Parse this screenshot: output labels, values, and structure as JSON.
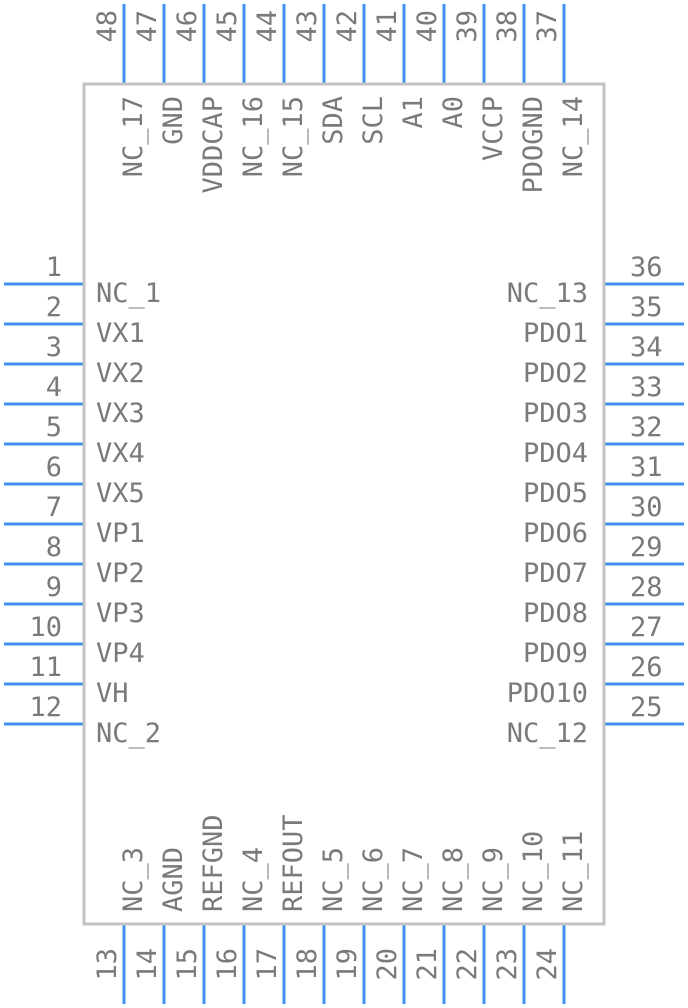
{
  "component": {
    "pins_left": [
      {
        "num": "1",
        "name": "NC_1"
      },
      {
        "num": "2",
        "name": "VX1"
      },
      {
        "num": "3",
        "name": "VX2"
      },
      {
        "num": "4",
        "name": "VX3"
      },
      {
        "num": "5",
        "name": "VX4"
      },
      {
        "num": "6",
        "name": "VX5"
      },
      {
        "num": "7",
        "name": "VP1"
      },
      {
        "num": "8",
        "name": "VP2"
      },
      {
        "num": "9",
        "name": "VP3"
      },
      {
        "num": "10",
        "name": "VP4"
      },
      {
        "num": "11",
        "name": "VH"
      },
      {
        "num": "12",
        "name": "NC_2"
      }
    ],
    "pins_bottom": [
      {
        "num": "13",
        "name": "NC_3"
      },
      {
        "num": "14",
        "name": "AGND"
      },
      {
        "num": "15",
        "name": "REFGND"
      },
      {
        "num": "16",
        "name": "NC_4"
      },
      {
        "num": "17",
        "name": "REFOUT"
      },
      {
        "num": "18",
        "name": "NC_5"
      },
      {
        "num": "19",
        "name": "NC_6"
      },
      {
        "num": "20",
        "name": "NC_7"
      },
      {
        "num": "21",
        "name": "NC_8"
      },
      {
        "num": "22",
        "name": "NC_9"
      },
      {
        "num": "23",
        "name": "NC_10"
      },
      {
        "num": "24",
        "name": "NC_11"
      }
    ],
    "pins_right": [
      {
        "num": "25",
        "name": "NC_12"
      },
      {
        "num": "26",
        "name": "PDO10"
      },
      {
        "num": "27",
        "name": "PDO9"
      },
      {
        "num": "28",
        "name": "PDO8"
      },
      {
        "num": "29",
        "name": "PDO7"
      },
      {
        "num": "30",
        "name": "PDO6"
      },
      {
        "num": "31",
        "name": "PDO5"
      },
      {
        "num": "32",
        "name": "PDO4"
      },
      {
        "num": "33",
        "name": "PDO3"
      },
      {
        "num": "34",
        "name": "PDO2"
      },
      {
        "num": "35",
        "name": "PDO1"
      },
      {
        "num": "36",
        "name": "NC_13"
      }
    ],
    "pins_top": [
      {
        "num": "37",
        "name": "NC_14"
      },
      {
        "num": "38",
        "name": "PDOGND"
      },
      {
        "num": "39",
        "name": "VCCP"
      },
      {
        "num": "40",
        "name": "A0"
      },
      {
        "num": "41",
        "name": "A1"
      },
      {
        "num": "42",
        "name": "SCL"
      },
      {
        "num": "43",
        "name": "SDA"
      },
      {
        "num": "44",
        "name": "NC_15"
      },
      {
        "num": "45",
        "name": "NC_16"
      },
      {
        "num": "46",
        "name": "VDDCAP"
      },
      {
        "num": "47",
        "name": "GND"
      },
      {
        "num": "48",
        "name": "NC_17"
      }
    ],
    "colors": {
      "pin": "#3f8fef",
      "outline": "#c2c2c2",
      "text": "#7a7a7a"
    }
  }
}
